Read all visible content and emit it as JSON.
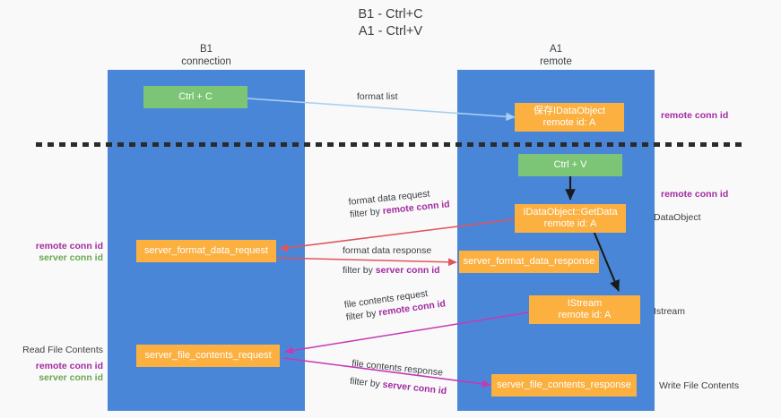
{
  "title": {
    "line1": "B1 - Ctrl+C",
    "line2": "A1 - Ctrl+V"
  },
  "columns": [
    {
      "id": "b1",
      "name": "B1",
      "role": "connection"
    },
    {
      "id": "a1",
      "name": "A1",
      "role": "remote"
    }
  ],
  "colors": {
    "lane": "#4a86d8",
    "node_green": "#7cc576",
    "node_orange": "#fbb040",
    "remote_conn_id": "#a32ba0",
    "server_conn_id": "#6aa84f",
    "arrow_blue": "#a8d0f0",
    "arrow_black": "#1a1a1a",
    "arrow_red": "#e0555a",
    "arrow_magenta": "#c738b5",
    "divider": "#2b2b2b",
    "background": "#f9f9fa"
  },
  "nodes": {
    "ctrl_c": {
      "label": "Ctrl + C",
      "style": "green"
    },
    "save_idataobject": {
      "label": "保存IDataObject",
      "sub": "remote id: A",
      "style": "orange"
    },
    "ctrl_v": {
      "label": "Ctrl + V",
      "style": "green"
    },
    "getdata": {
      "label": "IDataObject::GetData",
      "sub": "remote id: A",
      "style": "orange"
    },
    "server_format_data_request": {
      "label": "server_format_data_request",
      "style": "orange"
    },
    "server_format_data_response": {
      "label": "server_format_data_response",
      "style": "orange"
    },
    "istream": {
      "label": "IStream",
      "sub": "remote id: A",
      "style": "orange"
    },
    "server_file_contents_request": {
      "label": "server_file_contents_request",
      "style": "orange"
    },
    "server_file_contents_response": {
      "label": "server_file_contents_response",
      "style": "orange"
    }
  },
  "edges": [
    {
      "id": "format-list",
      "label": "format list",
      "from": "ctrl_c",
      "to": "save_idataobject",
      "color": "#a8d0f0"
    },
    {
      "id": "format-data-request",
      "label_line1": "format data request",
      "label_line2_prefix": "filter by ",
      "label_line2_key": "remote conn id",
      "from": "getdata",
      "to": "server_format_data_request",
      "color": "#e0555a"
    },
    {
      "id": "format-data-response",
      "label_line1": "format data response",
      "label_line2_prefix": "filter by ",
      "label_line2_key": "server conn id",
      "from": "server_format_data_request",
      "to": "server_format_data_response",
      "color": "#e0555a"
    },
    {
      "id": "file-contents-request",
      "label_line1": "file contents request",
      "label_line2_prefix": "filter by ",
      "label_line2_key": "remote conn id",
      "from": "istream",
      "to": "server_file_contents_request",
      "color": "#c738b5"
    },
    {
      "id": "file-contents-response",
      "label_line1": "file contents response",
      "label_line2_prefix": "filter by ",
      "label_line2_key": "server conn id",
      "from": "server_file_contents_request",
      "to": "server_file_contents_response",
      "color": "#c738b5"
    }
  ],
  "annotations": {
    "right": [
      {
        "id": "r1",
        "text": "remote conn id",
        "style": "purple"
      },
      {
        "id": "r2",
        "text": "remote conn id",
        "style": "purple"
      },
      {
        "id": "r3",
        "text": "DataObject",
        "style": "plain"
      },
      {
        "id": "r4",
        "text": "Istream",
        "style": "plain"
      },
      {
        "id": "r5",
        "text": "Write File Contents",
        "style": "plain"
      }
    ],
    "left": [
      {
        "id": "l1",
        "text": "remote conn id",
        "style": "purple"
      },
      {
        "id": "l2",
        "text": "server conn id",
        "style": "green"
      },
      {
        "id": "l3",
        "text": "Read File Contents",
        "style": "plain"
      },
      {
        "id": "l4",
        "text": "remote conn id",
        "style": "purple"
      },
      {
        "id": "l5",
        "text": "server conn id",
        "style": "green"
      }
    ]
  }
}
